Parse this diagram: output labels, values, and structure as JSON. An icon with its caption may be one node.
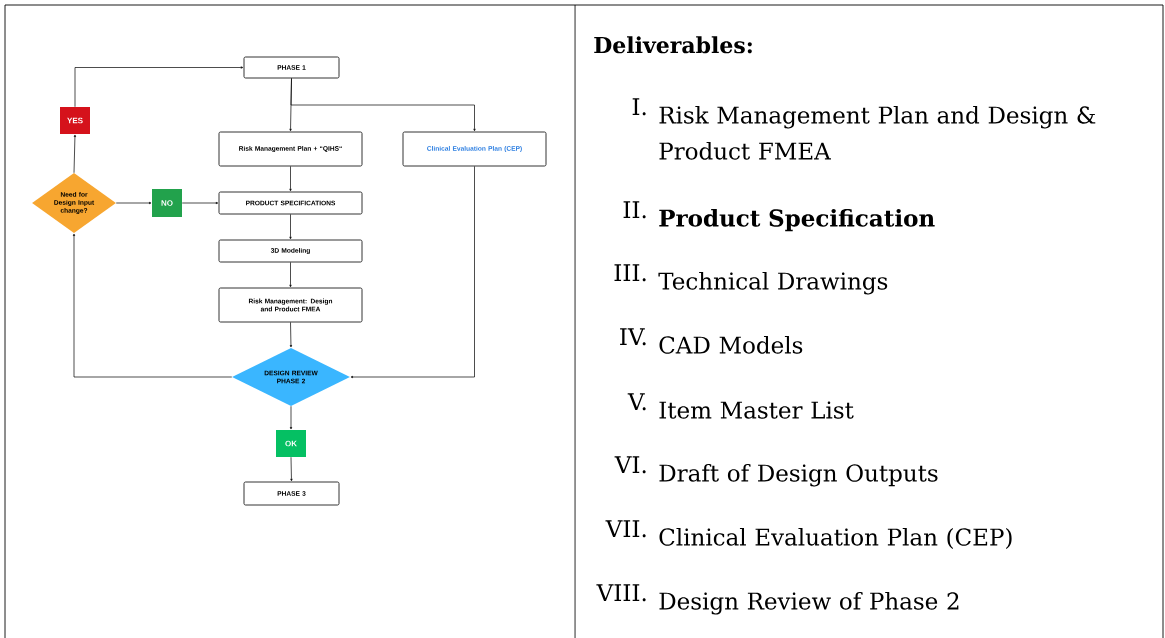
{
  "diagram": {
    "nodes": [
      {
        "text": [
          "PHASE 1"
        ]
      },
      {
        "text": [
          "Risk Management Plan + “QIHS“"
        ]
      },
      {
        "text": [
          "Clinical Evaluation Plan (CEP)"
        ]
      },
      {
        "text": [
          "Need for Design Input change?"
        ]
      },
      {
        "text": [
          "NO"
        ]
      },
      {
        "text": [
          "YES"
        ]
      },
      {
        "text": [
          "PRODUCT SPECIFICATIONS"
        ]
      },
      {
        "text": [
          "3D Modeling"
        ]
      },
      {
        "text": [
          "Risk Management: Design and Product FMEA"
        ]
      },
      {
        "text": [
          "DESIGN REVIEW PHASE 2"
        ]
      },
      {
        "text": [
          "OK"
        ]
      },
      {
        "text": [
          "PHASE 3"
        ]
      }
    ],
    "edges": [
      {
        "from": 0,
        "to": 1,
        "arrow": "to"
      },
      {
        "from": 0,
        "to": 2,
        "arrow": "to"
      },
      {
        "from": 1,
        "to": 6,
        "arrow": "to"
      },
      {
        "from": 6,
        "to": 7,
        "arrow": "to"
      },
      {
        "from": 7,
        "to": 8,
        "arrow": "to"
      },
      {
        "from": 8,
        "to": 9,
        "arrow": "to"
      },
      {
        "from": 2,
        "to": 9,
        "arrow": "to"
      },
      {
        "from": 9,
        "to": 3,
        "arrow": "to"
      },
      {
        "from": 3,
        "to": 4,
        "arrow": "to"
      },
      {
        "from": 4,
        "to": 6,
        "arrow": "to"
      },
      {
        "from": 3,
        "to": 5,
        "arrow": "to"
      },
      {
        "from": 5,
        "to": 0,
        "arrow": "to"
      },
      {
        "from": 9,
        "to": 10,
        "arrow": "to"
      },
      {
        "from": 10,
        "to": 11,
        "arrow": "to"
      }
    ],
    "labels": [
      "Deliverables:",
      "I.",
      "Risk Management Plan and Design & Product FMEA",
      "II.",
      "Product Specification",
      "III.",
      "Technical Drawings",
      "IV.",
      "CAD Models",
      "V.",
      "Item Master List",
      "VI.",
      "Draft of Design Outputs",
      "VII.",
      "Clinical Evaluation Plan (CEP)",
      "VIII.",
      "Design Review of Phase 2"
    ]
  }
}
